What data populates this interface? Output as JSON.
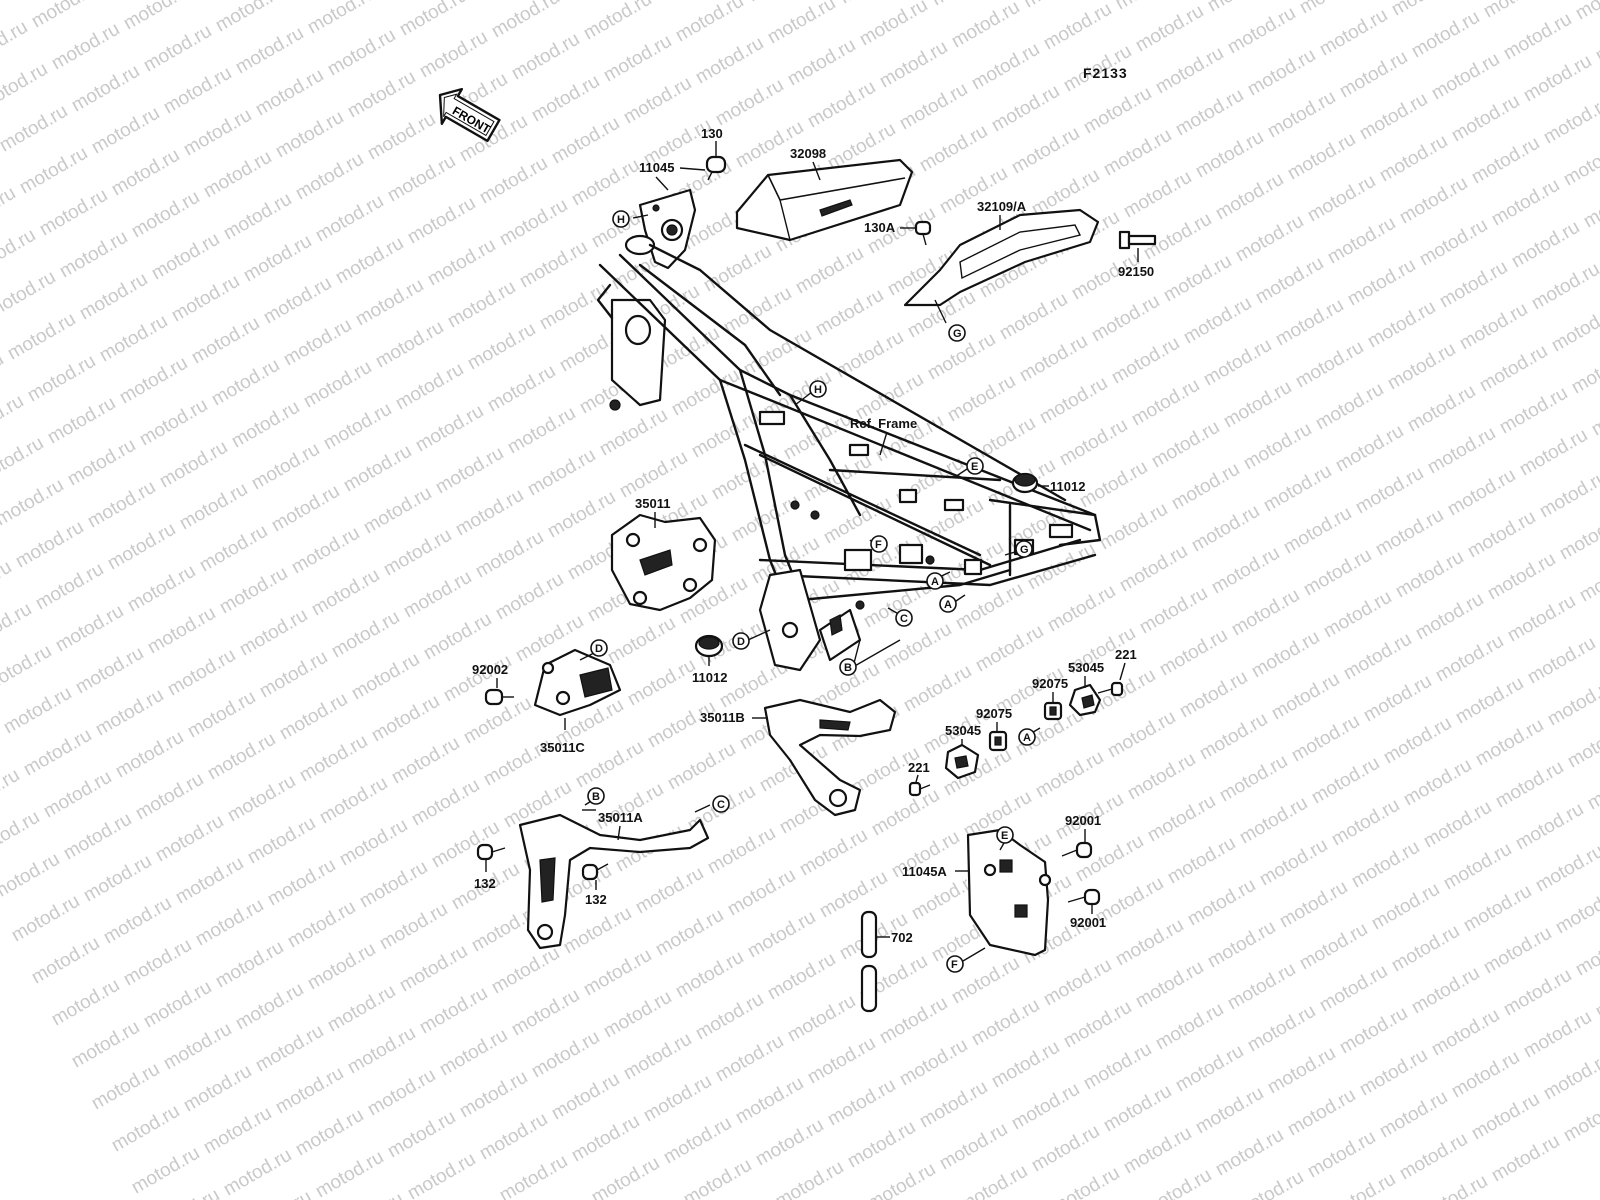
{
  "figure_id": "F2133",
  "front_label": "FRONT",
  "watermark_text": "motod.ru",
  "parts": {
    "p130": "130",
    "p11045": "11045",
    "p32098": "32098",
    "p32109A": "32109/A",
    "p130A": "130A",
    "p92150": "92150",
    "ref_frame": "Ref. Frame",
    "p11012_right": "11012",
    "p35011": "35011",
    "p11012_left": "11012",
    "p92002": "92002",
    "p35011C": "35011C",
    "p35011B": "35011B",
    "p221_top": "221",
    "p53045_right": "53045",
    "p92075_right": "92075",
    "p92075_left": "92075",
    "p53045_left": "53045",
    "p221_bottom": "221",
    "p35011A": "35011A",
    "p132_left": "132",
    "p132_right": "132",
    "p92001_top": "92001",
    "p11045A": "11045A",
    "p92001_bottom": "92001",
    "p702": "702"
  },
  "refs": {
    "H": "H",
    "G": "G",
    "E": "E",
    "F": "F",
    "A": "A",
    "C": "C",
    "D": "D",
    "B": "B"
  }
}
